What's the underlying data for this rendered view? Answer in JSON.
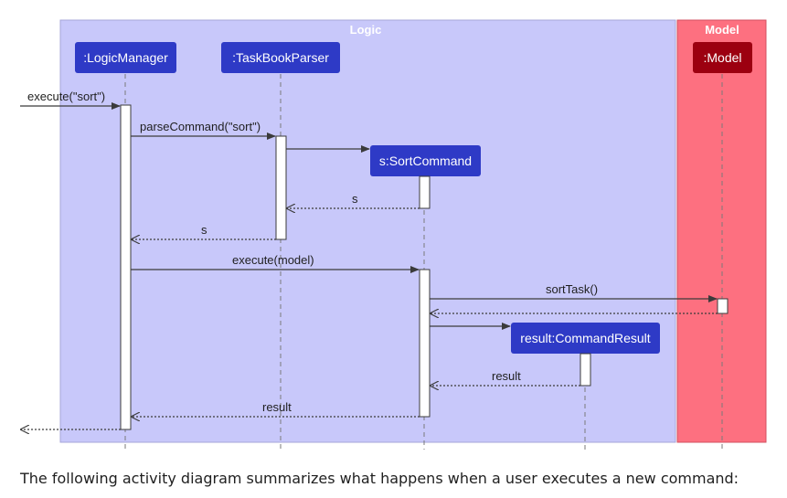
{
  "boxes": {
    "logic": "Logic",
    "model": "Model"
  },
  "participants": {
    "logic_manager": ":LogicManager",
    "parser": ":TaskBookParser",
    "sort_command": "s:SortCommand",
    "command_result": "result:CommandResult",
    "model": ":Model"
  },
  "messages": {
    "execute_sort": "execute(\"sort\")",
    "parse_command": "parseCommand(\"sort\")",
    "return_s_1": "s",
    "return_s_2": "s",
    "execute_model": "execute(model)",
    "sort_task": "sortTask()",
    "return_result_1": "result",
    "return_result_2": "result"
  },
  "caption": "The following activity diagram summarizes what happens when a user executes a new command:",
  "colors": {
    "logic_box": "#c8c8fa",
    "logic_box_border": "#a6a6d8",
    "model_box": "#fd7080",
    "model_box_border": "#d25060",
    "logic_participant": "#2e3ac6",
    "model_participant": "#9c0010",
    "arrow": "#3b3b3b",
    "lifeline": "#7a7a7a",
    "activation": "#ffffff"
  }
}
